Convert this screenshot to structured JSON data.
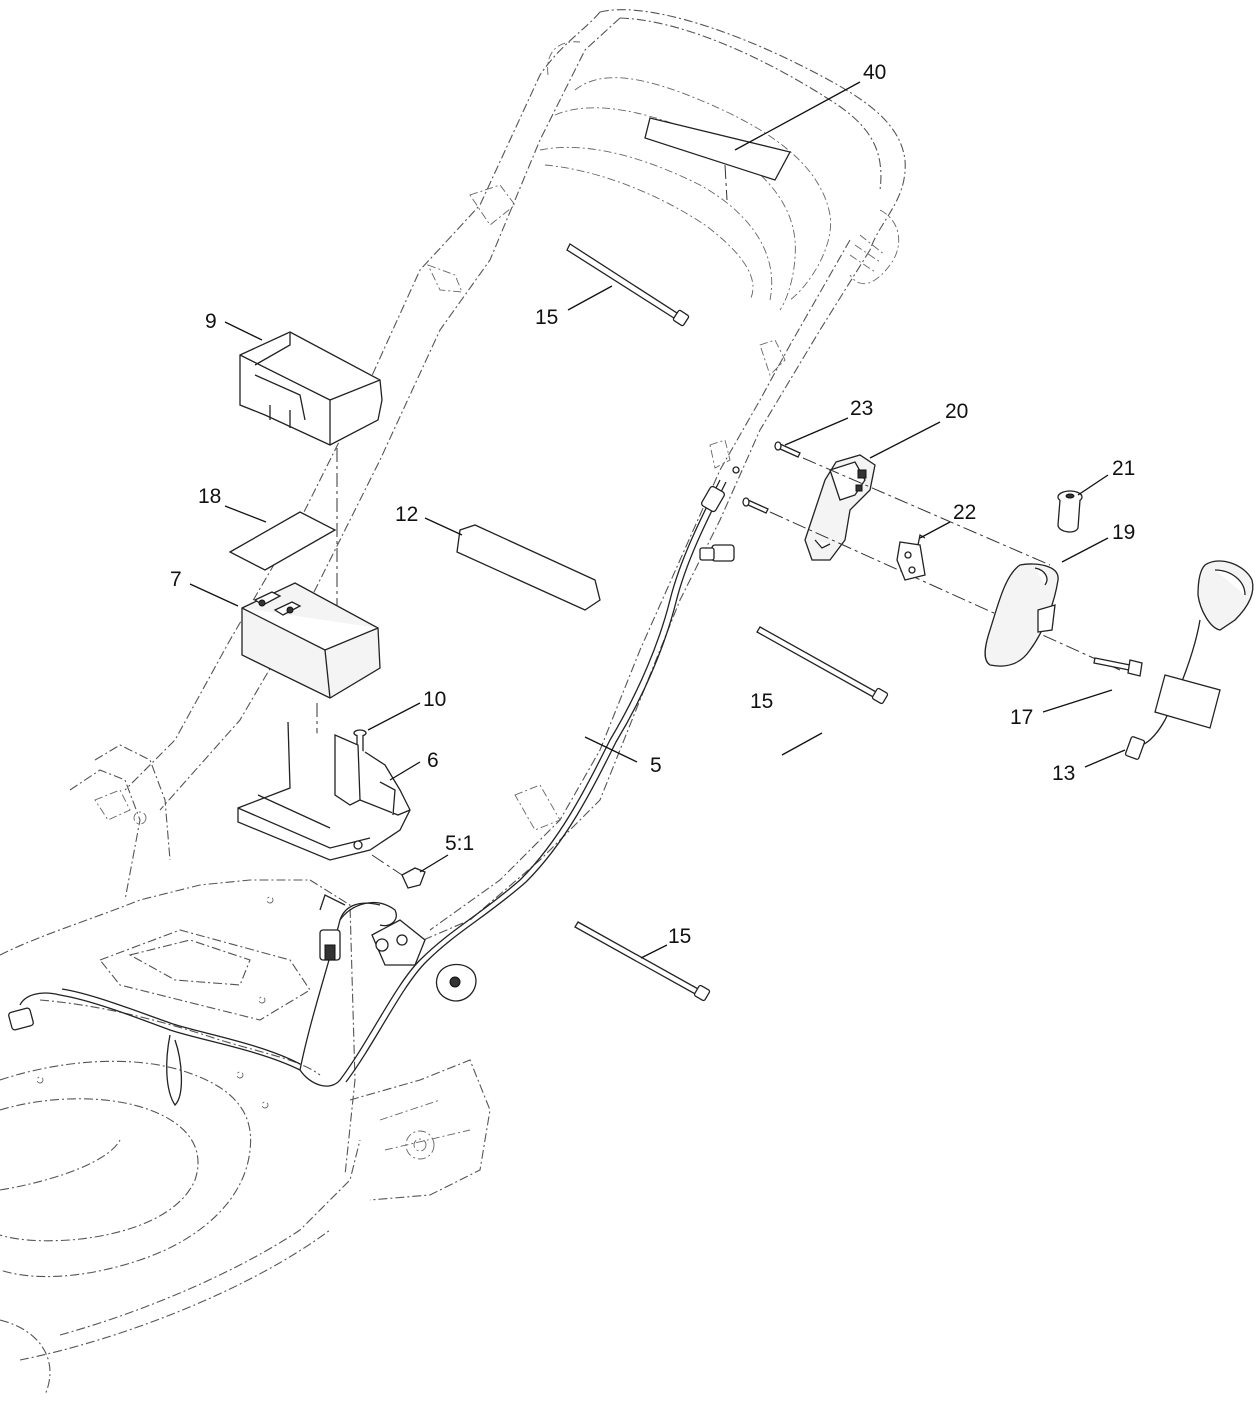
{
  "diagram": {
    "callouts": {
      "c40": "40",
      "c15_top": "15",
      "c9": "9",
      "c23": "23",
      "c20": "20",
      "c21": "21",
      "c18": "18",
      "c12": "12",
      "c22": "22",
      "c19": "19",
      "c7": "7",
      "c15_mid": "15",
      "c17": "17",
      "c10": "10",
      "c5": "5",
      "c13": "13",
      "c6": "6",
      "c5_1": "5:1",
      "c15_low": "15"
    }
  }
}
